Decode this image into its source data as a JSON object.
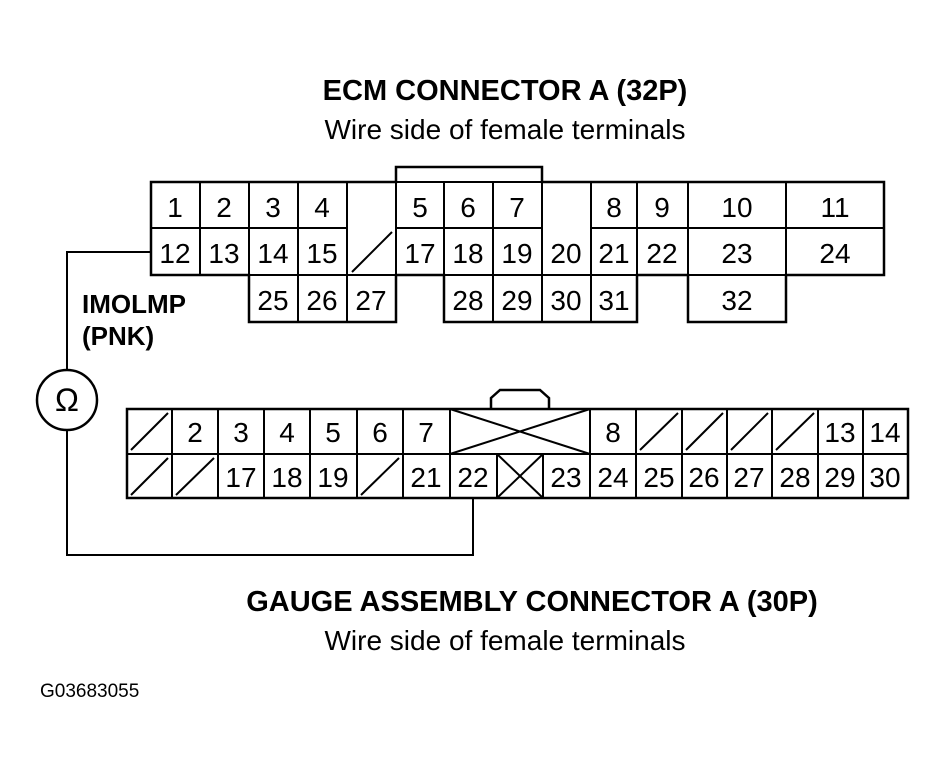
{
  "ecm": {
    "title": "ECM CONNECTOR A (32P)",
    "subtitle": "Wire side of female terminals",
    "pins": [
      "1",
      "2",
      "3",
      "4",
      "5",
      "6",
      "7",
      "8",
      "9",
      "10",
      "11",
      "12",
      "13",
      "14",
      "15",
      "17",
      "18",
      "19",
      "20",
      "21",
      "22",
      "23",
      "24",
      "25",
      "26",
      "27",
      "28",
      "29",
      "30",
      "31",
      "32"
    ]
  },
  "gauge": {
    "title": "GAUGE ASSEMBLY CONNECTOR A (30P)",
    "subtitle": "Wire side of female terminals",
    "pins": [
      "2",
      "3",
      "4",
      "5",
      "6",
      "7",
      "8",
      "13",
      "14",
      "17",
      "18",
      "19",
      "21",
      "22",
      "23",
      "24",
      "25",
      "26",
      "27",
      "28",
      "29",
      "30"
    ]
  },
  "wire": {
    "name": "IMOLMP",
    "color": "(PNK)",
    "meter_symbol": "Ω"
  },
  "figure_code": "G03683055"
}
